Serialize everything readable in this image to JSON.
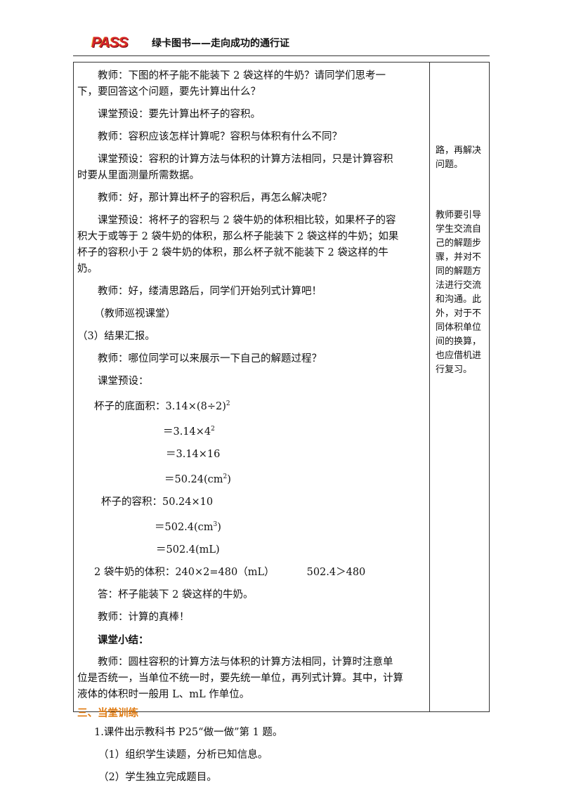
{
  "header": {
    "logo": "PASS",
    "brand": "绿卡图书——走向成功的通行证"
  },
  "main": {
    "p1": "教师：下图的杯子能不能装下 2 袋这样的牛奶？请同学们思考一",
    "p1b": "下，要回答这个问题，要先计算出什么？",
    "p2": "课堂预设：要先计算出杯子的容积。",
    "p3": "教师：容积应该怎样计算呢？容积与体积有什么不同？",
    "p4": "课堂预设：容积的计算方法与体积的计算方法相同，只是计算容积",
    "p4b": "时要从里面测量所需数据。",
    "p5": "教师：好，那计算出杯子的容积后，再怎么解决呢？",
    "p6": "课堂预设：将杯子的容积与 2 袋牛奶的体积相比较，如果杯子的容",
    "p6b": "积大于或等于 2 袋牛奶的体积，那么杯子能装下 2 袋这样的牛奶；如果",
    "p6c": "杯子的容积小于 2 袋牛奶的体积，那么杯子就不能装下 2 袋这样的牛",
    "p6d": "奶。",
    "p7": "教师：好，缕清思路后，同学们开始列式计算吧！",
    "p8": "（教师巡视课堂）",
    "p9": "（3）结果汇报。",
    "p10": "教师：哪位同学可以来展示一下自己的解题过程？",
    "p11": "课堂预设：",
    "c1": "杯子的底面积：3.14×(8÷2)",
    "c1sup": "2",
    "c2": "＝3.14×4",
    "c2sup": "2",
    "c3": "＝3.14×16",
    "c4": "＝50.24(cm",
    "c4sup": "2",
    "c4end": ")",
    "c5": "杯子的容积：50.24×10",
    "c6": "＝502.4(cm",
    "c6sup": "3",
    "c6end": ")",
    "c7": "＝502.4(mL)",
    "c8a": "2 袋牛奶的体积：240×2=480（mL）",
    "c8b": "502.4＞480",
    "p12": "答：杯子能装下 2 袋这样的牛奶。",
    "p13": "教师：计算的真棒！",
    "p14": "课堂小结：",
    "p15": "教师：圆柱容积的计算方法与体积的计算方法相同，计算时注意单",
    "p15b": "位是否统一，当单位不统一时，要先统一单位，再列式计算。其中，计算",
    "p15c": "液体的体积时一般用 L、mL 作单位。",
    "section3": "三、当堂训练",
    "p16": "1.课件出示教科书 P25“做一做”第 1 题。",
    "p17": "（1）组织学生读题，分析已知信息。",
    "p18": "（2）学生独立完成题目。"
  },
  "side": {
    "note1": "路，再解决问题。",
    "note2": "教师要引导学生交流自己的解题步骤，并对不同的解题方法进行交流和沟通。此外，对于不同体积单位间的换算，也应借机进行复习。"
  }
}
